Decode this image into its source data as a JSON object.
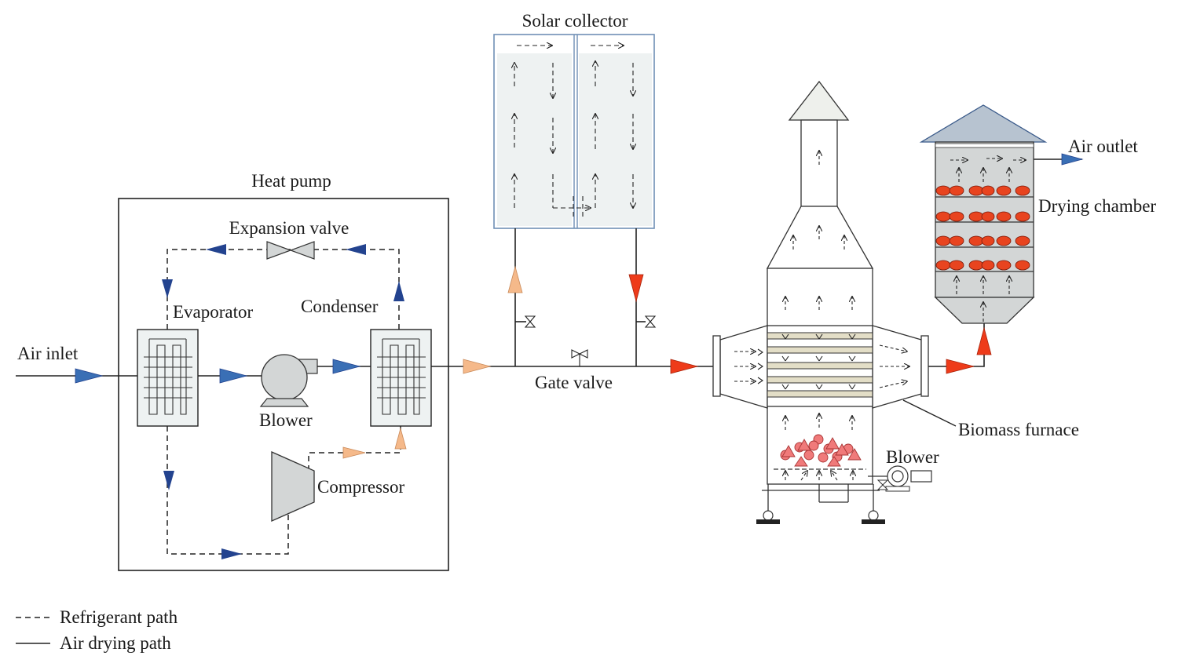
{
  "labels": {
    "solar_collector": "Solar collector",
    "heat_pump": "Heat pump",
    "expansion_valve": "Expansion valve",
    "evaporator": "Evaporator",
    "condenser": "Condenser",
    "air_inlet": "Air inlet",
    "blower_hp": "Blower",
    "compressor": "Compressor",
    "gate_valve": "Gate valve",
    "biomass_furnace": "Biomass furnace",
    "blower_furnace": "Blower",
    "air_outlet": "Air outlet",
    "drying_chamber": "Drying chamber"
  },
  "legend": {
    "refrigerant_path": "Refrigerant path",
    "air_drying_path": "Air drying path"
  },
  "colors": {
    "arrow_blue": "#3a6fb5",
    "arrow_dark_blue": "#23438f",
    "arrow_peach": "#f5b98a",
    "arrow_red": "#ee3b1a",
    "equipment_gray": "#d3d6d6",
    "panel_fill": "#eef2f2",
    "collector_edge": "#6f8fb5",
    "crop_red": "#e8441f",
    "fuel_pink": "#f07a7a",
    "rack_beige": "#e3dec7"
  }
}
